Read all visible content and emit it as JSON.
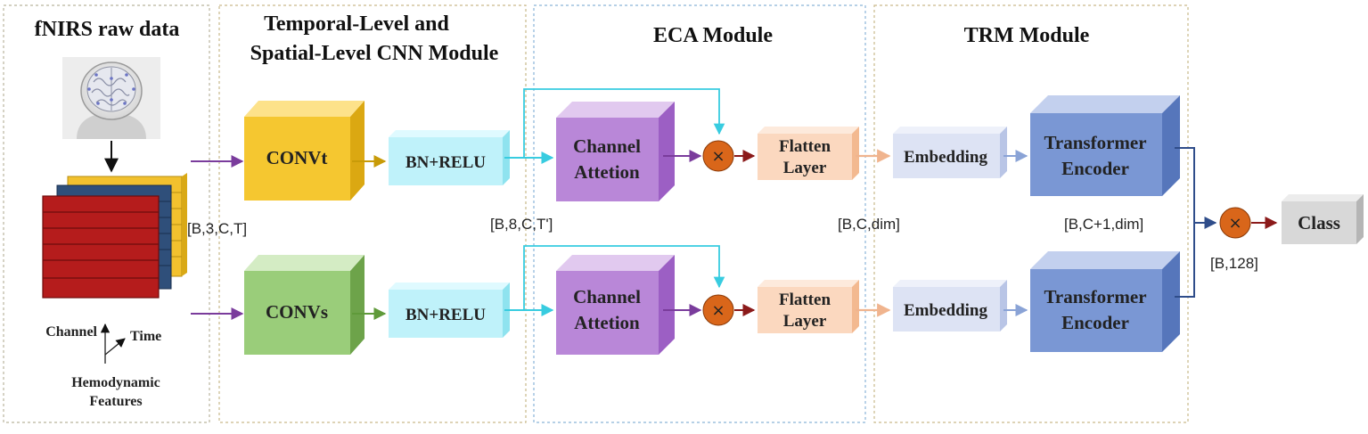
{
  "modules": {
    "raw": "fNIRS raw data",
    "cnn_line1": "Temporal-Level and",
    "cnn_line2": "Spatial-Level CNN Module",
    "eca": "ECA Module",
    "trm": "TRM Module"
  },
  "raw_axes": {
    "channel": "Channel",
    "time": "Time",
    "feature_line1": "Hemodynamic",
    "feature_line2": "Features"
  },
  "blocks": {
    "conv_t": "CONVt",
    "conv_s": "CONVs",
    "bn_top": "BN+RELU",
    "bn_bottom": "BN+RELU",
    "ca_top_1": "Channel",
    "ca_top_2": "Attetion",
    "ca_bottom_1": "Channel",
    "ca_bottom_2": "Attetion",
    "flatten_top_1": "Flatten",
    "flatten_top_2": "Layer",
    "flatten_bottom_1": "Flatten",
    "flatten_bottom_2": "Layer",
    "embed_top": "Embedding",
    "embed_bottom": "Embedding",
    "enc_top_1": "Transformer",
    "enc_top_2": "Encoder",
    "enc_bottom_1": "Transformer",
    "enc_bottom_2": "Encoder",
    "class": "Class"
  },
  "ops": {
    "multiply": "×"
  },
  "dims": {
    "input": "[B,3,C,T]",
    "after_cnn": "[B,8,C,T']",
    "after_flatten": "[B,C,dim]",
    "after_embed": "[B,C+1,dim]",
    "fused": "[B,128]"
  },
  "colors": {
    "conv_t": "#f5c730",
    "conv_s": "#9acd7a",
    "bn": "#bff2fa",
    "channel_attention": "#b987d8",
    "flatten": "#fbd8bf",
    "embedding": "#dde3f4",
    "encoder": "#7a97d4",
    "class": "#d8d8d8",
    "multiply": "#d9661a",
    "arrow_purple": "#7a3c9c",
    "arrow_cyan": "#38cce0",
    "arrow_gold": "#c89b08",
    "arrow_green": "#5f9a3a",
    "arrow_dark_red": "#8b1a1a",
    "arrow_peach": "#f0b48e",
    "arrow_blue": "#8aa3d6",
    "arrow_navy": "#2f4d8a"
  }
}
